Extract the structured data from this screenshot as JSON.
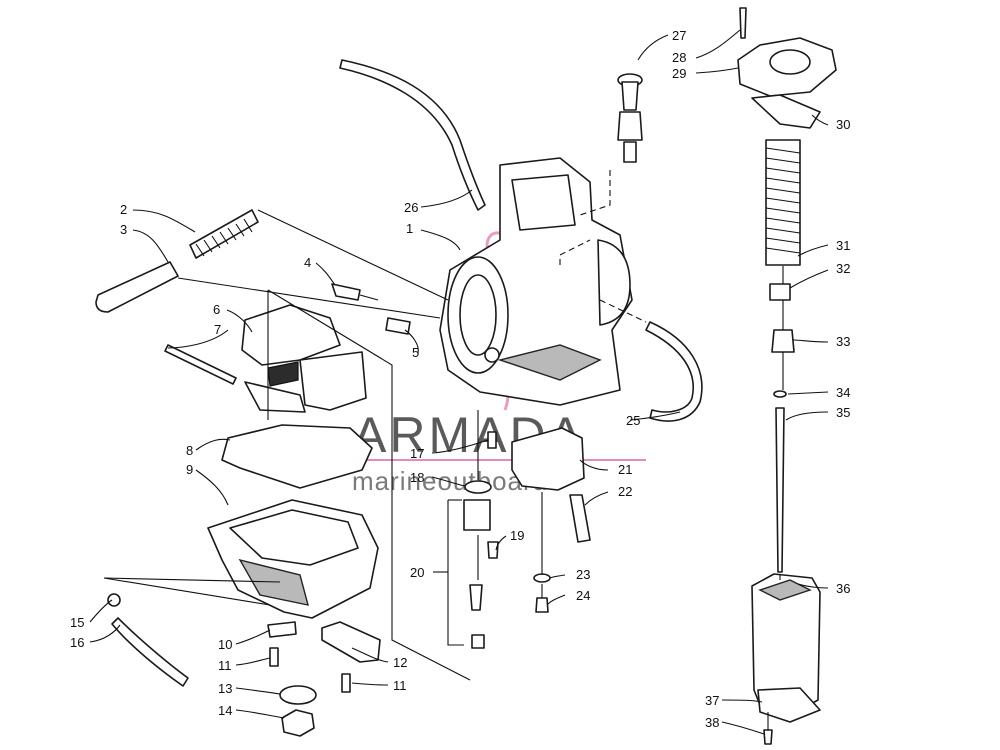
{
  "watermark": {
    "brand": "ARMADA",
    "tagline": "marineoutboards",
    "brand_color": "#5a5a5a",
    "accent_color": "#e58bb6"
  },
  "callouts": [
    "1",
    "2",
    "3",
    "4",
    "5",
    "6",
    "7",
    "8",
    "9",
    "10",
    "11",
    "12",
    "13",
    "14",
    "15",
    "16",
    "17",
    "18",
    "19",
    "20",
    "21",
    "22",
    "23",
    "24",
    "25",
    "26",
    "27",
    "28",
    "29",
    "30",
    "31",
    "32",
    "33",
    "34",
    "35",
    "36",
    "37",
    "38"
  ]
}
